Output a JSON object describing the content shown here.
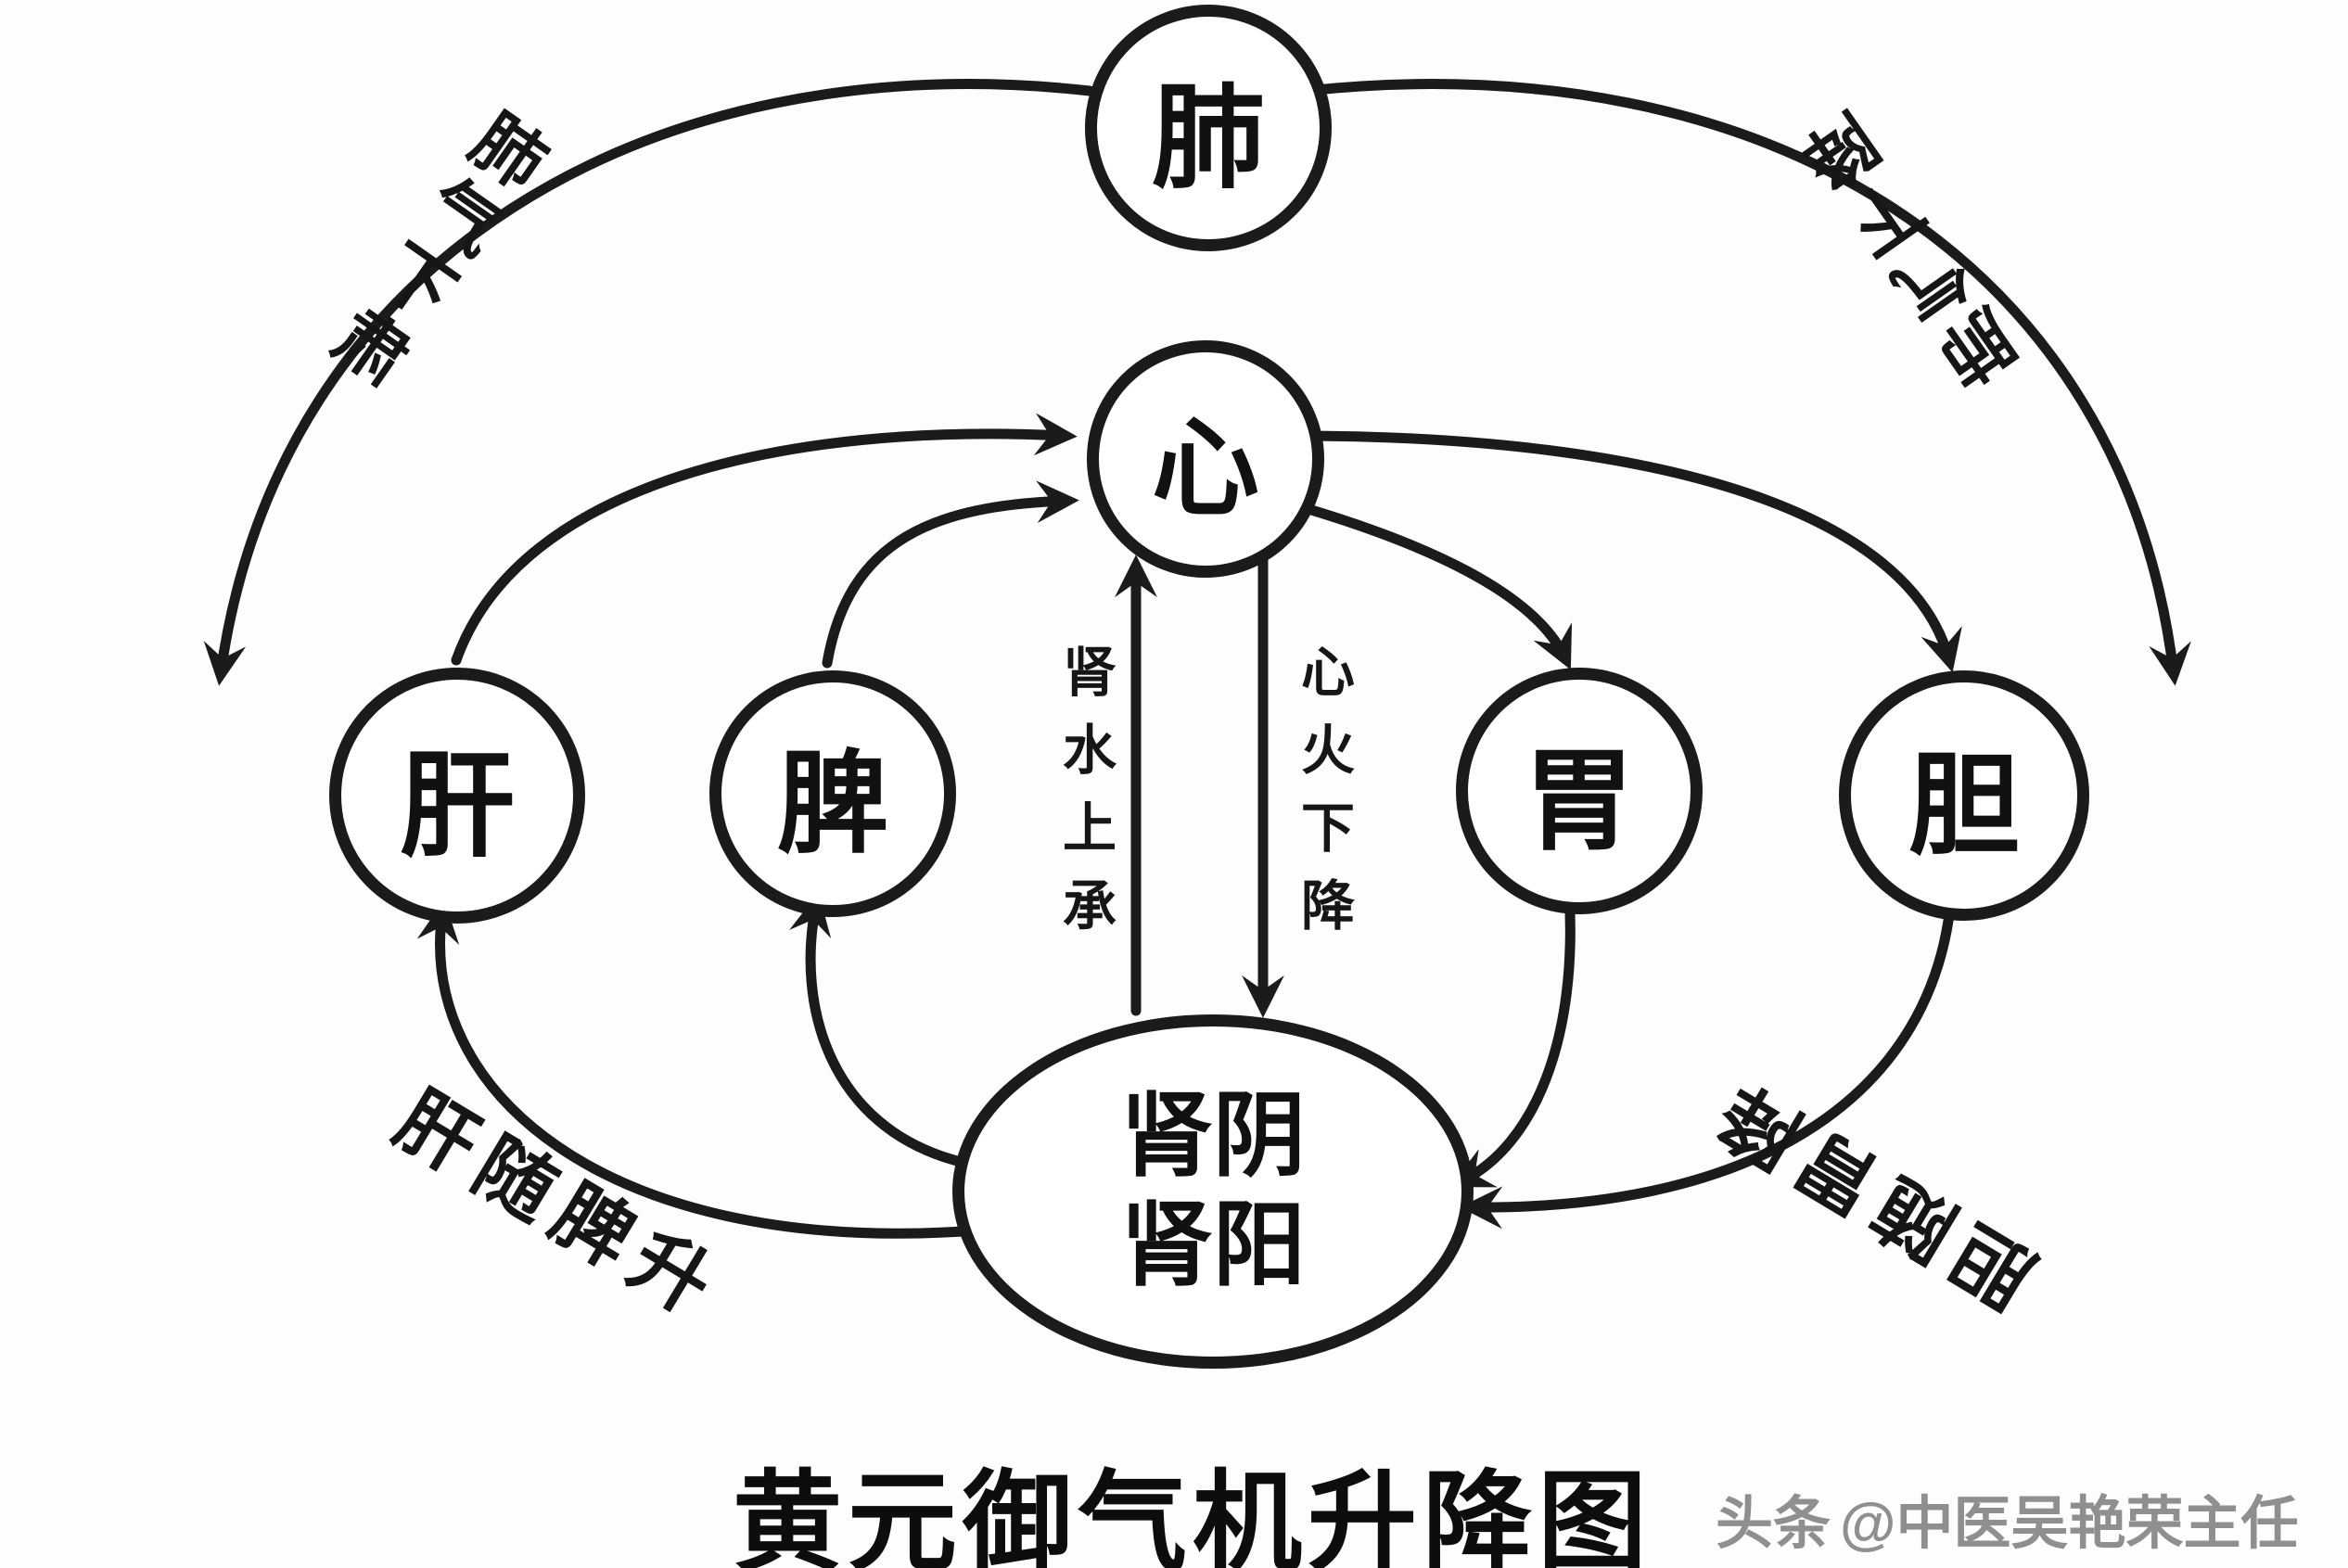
{
  "diagram": {
    "title": "黄元御气机升降图",
    "watermark_brand": "头条",
    "watermark_text": "@中医吴艳荣主任",
    "nodes": {
      "lung": "肺",
      "heart": "心",
      "liver": "肝",
      "spleen": "脾",
      "stomach": "胃",
      "gallbladder": "胆",
      "kidney_line1": "肾阴",
      "kidney_line2": "肾阳"
    },
    "edge_labels": {
      "lung_left_descend": "肺气下肃",
      "lung_right_descend": "肺气下降",
      "kidney_water_ascend": "肾水上承",
      "heart_fire_descend": "心火下降",
      "liver_follows_spleen_ascend": "肝随脾升",
      "gallbladder_follows_stomach_descend": "胆随胃降"
    },
    "colors": {
      "line": "#1b1b1b",
      "background": "#ffffff",
      "watermark": "#8f8f8f"
    }
  }
}
